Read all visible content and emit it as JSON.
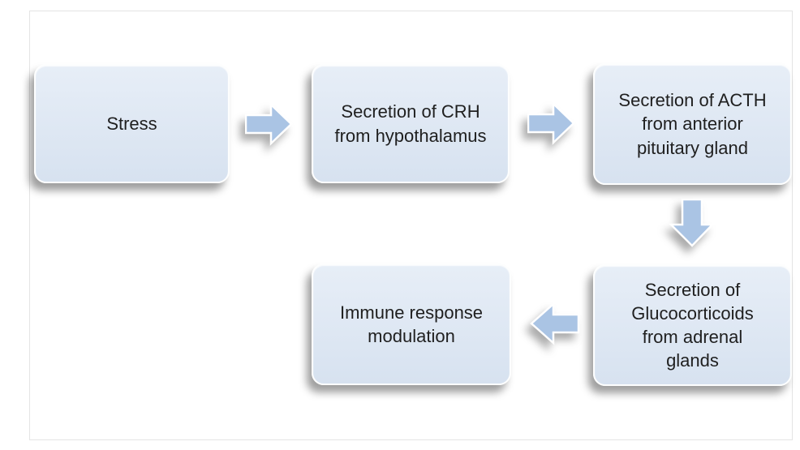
{
  "figure": {
    "type": "flowchart",
    "description": "HPA axis stress response flow diagram"
  },
  "colors": {
    "node_fill_top": "#e7eef7",
    "node_fill_bottom": "#d7e2f0",
    "node_border": "#fdfefe",
    "arrow_fill": "#aac4e4",
    "arrow_stroke": "#ffffff",
    "text": "#1f1f1f",
    "frame_border": "#e4e4e4",
    "shadow": "rgba(0,0,0,0.38)"
  },
  "nodes": [
    {
      "id": "stress",
      "label": "Stress"
    },
    {
      "id": "crh-secretion",
      "label": "Secretion of CRH\nfrom hypothalamus"
    },
    {
      "id": "acth-secretion",
      "label": "Secretion of ACTH\nfrom anterior\npituitary gland"
    },
    {
      "id": "glucocorticoid-secretion",
      "label": "Secretion of\nGlucocorticoids\nfrom adrenal\nglands"
    },
    {
      "id": "immune-modulation",
      "label": "Immune response\nmodulation"
    }
  ],
  "connections": [
    {
      "from": "stress",
      "to": "crh-secretion",
      "direction": "right"
    },
    {
      "from": "crh-secretion",
      "to": "acth-secretion",
      "direction": "right"
    },
    {
      "from": "acth-secretion",
      "to": "glucocorticoid-secretion",
      "direction": "down"
    },
    {
      "from": "glucocorticoid-secretion",
      "to": "immune-modulation",
      "direction": "left"
    }
  ]
}
